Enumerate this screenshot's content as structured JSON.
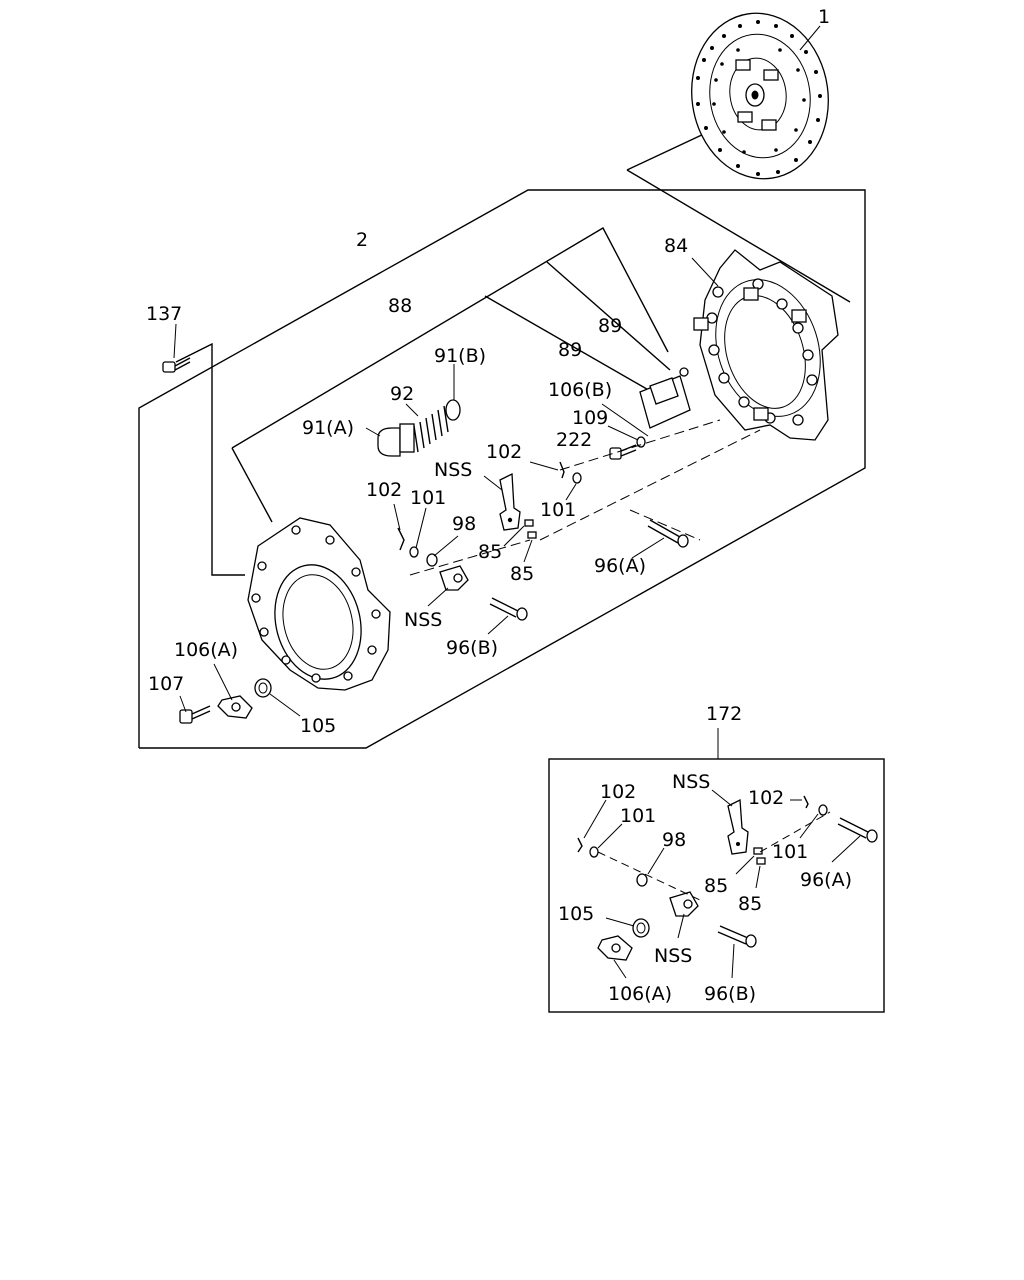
{
  "callouts": {
    "c1": "1",
    "c2": "2",
    "c84": "84",
    "c88": "88",
    "c89a": "89",
    "c89b": "89",
    "c137": "137",
    "c91b": "91(B)",
    "c92": "92",
    "c91a": "91(A)",
    "c106b": "106(B)",
    "c109": "109",
    "c222": "222",
    "c102a": "102",
    "c102b": "102",
    "c101a": "101",
    "c101b": "101",
    "c98": "98",
    "cnss_a": "NSS",
    "cnss_b": "NSS",
    "c85a": "85",
    "c85b": "85",
    "c96a": "96(A)",
    "c96b": "96(B)",
    "c106a": "106(A)",
    "c107": "107",
    "c105": "105"
  },
  "inset": {
    "c172": "172",
    "c102a": "102",
    "c102b": "102",
    "c101a": "101",
    "c101b": "101",
    "c98": "98",
    "cnss_a": "NSS",
    "cnss_b": "NSS",
    "c85a": "85",
    "c85b": "85",
    "c96a": "96(A)",
    "c96b": "96(B)",
    "c105": "105",
    "c106a": "106(A)"
  }
}
